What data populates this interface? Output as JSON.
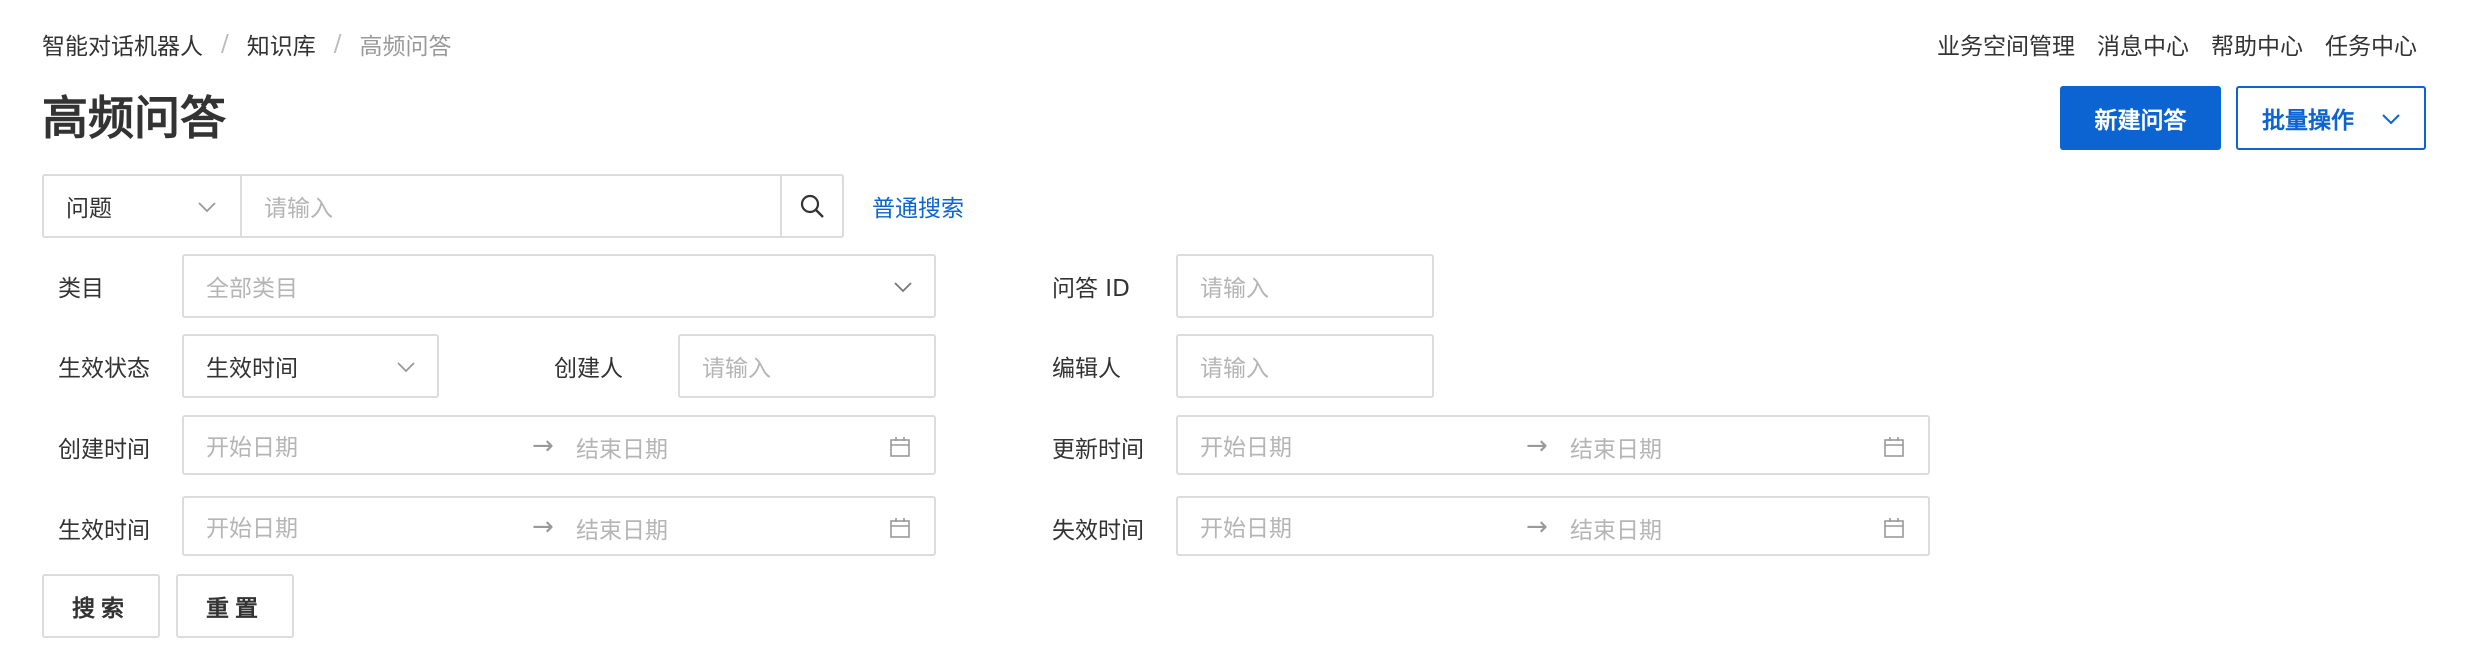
{
  "breadcrumb": {
    "items": [
      "智能对话机器人",
      "知识库",
      "高频问答"
    ],
    "separator": "/"
  },
  "topnav": {
    "links": [
      "业务空间管理",
      "消息中心",
      "帮助中心",
      "任务中心"
    ]
  },
  "page": {
    "title": "高频问答"
  },
  "actions": {
    "new_label": "新建问答",
    "batch_label": "批量操作"
  },
  "search": {
    "type_value": "问题",
    "keyword_placeholder": "请输入",
    "mode_link": "普通搜索"
  },
  "filters": {
    "category": {
      "label": "类目",
      "placeholder": "全部类目"
    },
    "qa_id": {
      "label": "问答 ID",
      "placeholder": "请输入"
    },
    "status": {
      "label": "生效状态",
      "value": "生效时间"
    },
    "creator": {
      "label": "创建人",
      "placeholder": "请输入"
    },
    "editor": {
      "label": "编辑人",
      "placeholder": "请输入"
    },
    "created_time": {
      "label": "创建时间",
      "start": "开始日期",
      "end": "结束日期",
      "arrow": "→"
    },
    "updated_time": {
      "label": "更新时间",
      "start": "开始日期",
      "end": "结束日期",
      "arrow": "→"
    },
    "effective_time": {
      "label": "生效时间",
      "start": "开始日期",
      "end": "结束日期",
      "arrow": "→"
    },
    "expire_time": {
      "label": "失效时间",
      "start": "开始日期",
      "end": "结束日期",
      "arrow": "→"
    }
  },
  "buttons": {
    "search_label": "搜索",
    "reset_label": "重置"
  },
  "colors": {
    "primary": "#0c64d2",
    "border": "#dcdcdc",
    "placeholder": "#b5b5b5"
  }
}
